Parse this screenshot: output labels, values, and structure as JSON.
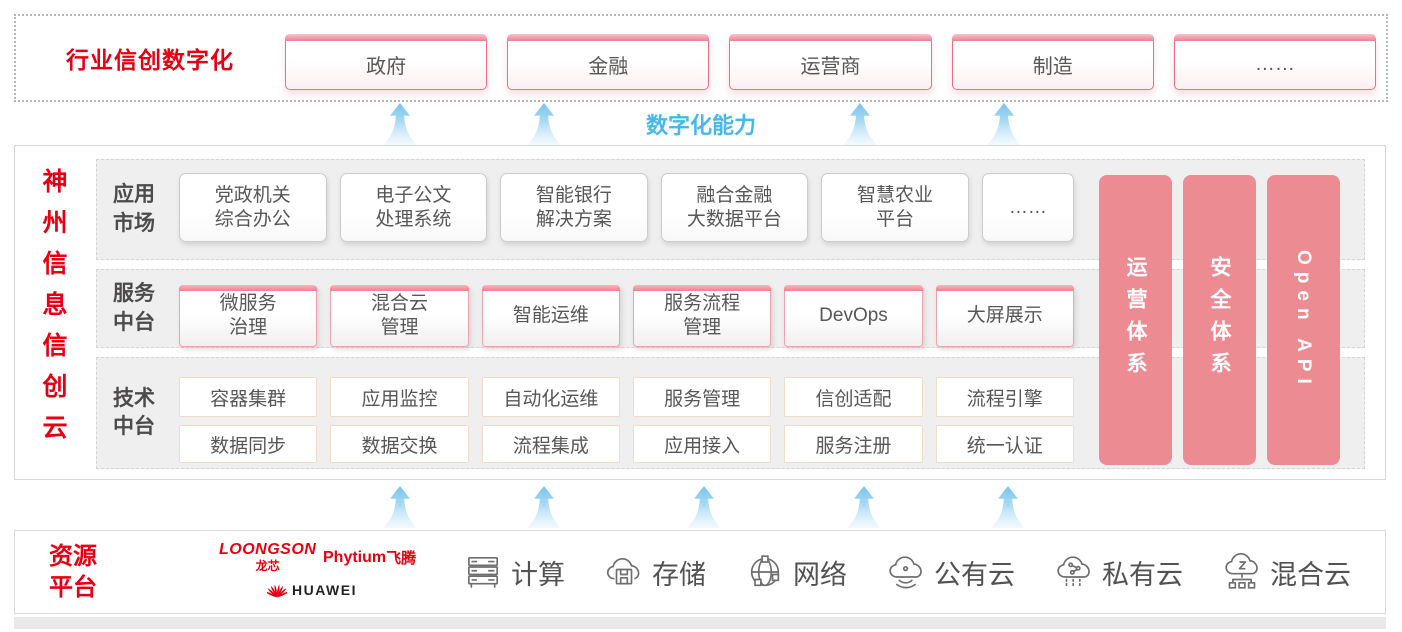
{
  "top_banner": {
    "title": "行业信创数字化",
    "industries": [
      "政府",
      "金融",
      "运营商",
      "制造",
      "……"
    ]
  },
  "capability_label": "数字化能力",
  "platform": {
    "title": "神州信息信创云",
    "app_market": {
      "label_line1": "应用",
      "label_line2": "市场",
      "boxes": [
        {
          "line1": "党政机关",
          "line2": "综合办公"
        },
        {
          "line1": "电子公文",
          "line2": "处理系统"
        },
        {
          "line1": "智能银行",
          "line2": "解决方案"
        },
        {
          "line1": "融合金融",
          "line2": "大数据平台"
        },
        {
          "line1": "智慧农业",
          "line2": "平台"
        },
        {
          "line1": "……"
        }
      ]
    },
    "service_platform": {
      "label_line1": "服务",
      "label_line2": "中台",
      "boxes": [
        {
          "line1": "微服务",
          "line2": "治理"
        },
        {
          "line1": "混合云",
          "line2": "管理"
        },
        {
          "line1": "智能运维"
        },
        {
          "line1": "服务流程",
          "line2": "管理"
        },
        {
          "line1": "DevOps"
        },
        {
          "line1": "大屏展示"
        }
      ]
    },
    "tech_platform": {
      "label_line1": "技术",
      "label_line2": "中台",
      "row1": [
        "容器集群",
        "应用监控",
        "自动化运维",
        "服务管理",
        "信创适配",
        "流程引擎"
      ],
      "row2": [
        "数据同步",
        "数据交换",
        "流程集成",
        "应用接入",
        "服务注册",
        "统一认证"
      ]
    },
    "side_bars": [
      "运营体系",
      "安全体系",
      "Open API"
    ]
  },
  "resource": {
    "title_line1": "资源",
    "title_line2": "平台",
    "vendors": {
      "loongson": "LOONGSON",
      "loongson_cn": "龙芯",
      "phytium": "Phytium",
      "phytium_cn": "飞腾",
      "huawei": "HUAWEI"
    },
    "items": [
      {
        "icon": "compute-icon",
        "label": "计算"
      },
      {
        "icon": "storage-icon",
        "label": "存储"
      },
      {
        "icon": "network-icon",
        "label": "网络"
      },
      {
        "icon": "public-cloud-icon",
        "label": "公有云"
      },
      {
        "icon": "private-cloud-icon",
        "label": "私有云"
      },
      {
        "icon": "hybrid-cloud-icon",
        "label": "混合云"
      }
    ]
  },
  "colors": {
    "brand_red": "#e60012",
    "pink_bar": "#ec8b92",
    "capability_blue": "#45b8ee",
    "panel_gray": "#efeff0",
    "text_dark": "#595757"
  }
}
